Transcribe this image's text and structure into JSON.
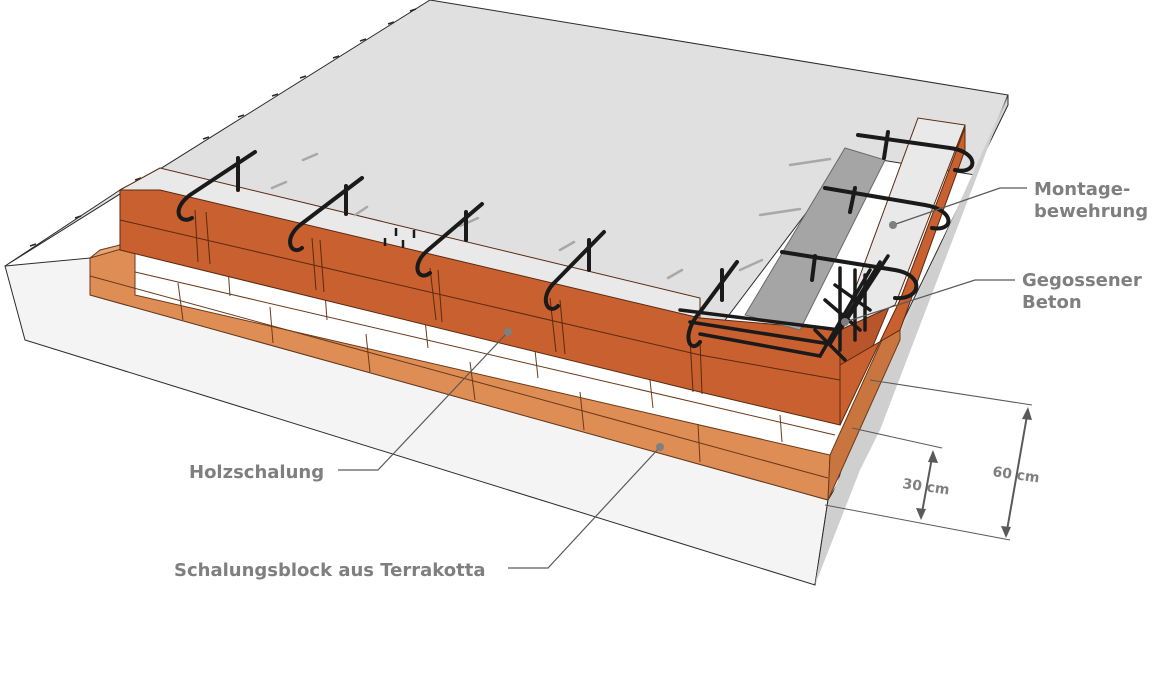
{
  "labels": {
    "montage_line1": "Montage-",
    "montage_line2": "bewehrung",
    "beton_line1": "Gegossener",
    "beton_line2": "Beton",
    "holzschalung": "Holzschalung",
    "schalungsblock": "Schalungsblock aus Terrakotta",
    "dim_30": "30 cm",
    "dim_60": "60 cm"
  },
  "colors": {
    "slab_top": "#e0e0e0",
    "slab_side": "#f2f2f2",
    "wood_front": "#c8602f",
    "wood_top": "#e9e9e9",
    "terracotta": "#de8d55",
    "concrete_dark": "#a5a5a5",
    "rebar": "#1a1a1a",
    "label_grey": "#7f7f7f"
  }
}
